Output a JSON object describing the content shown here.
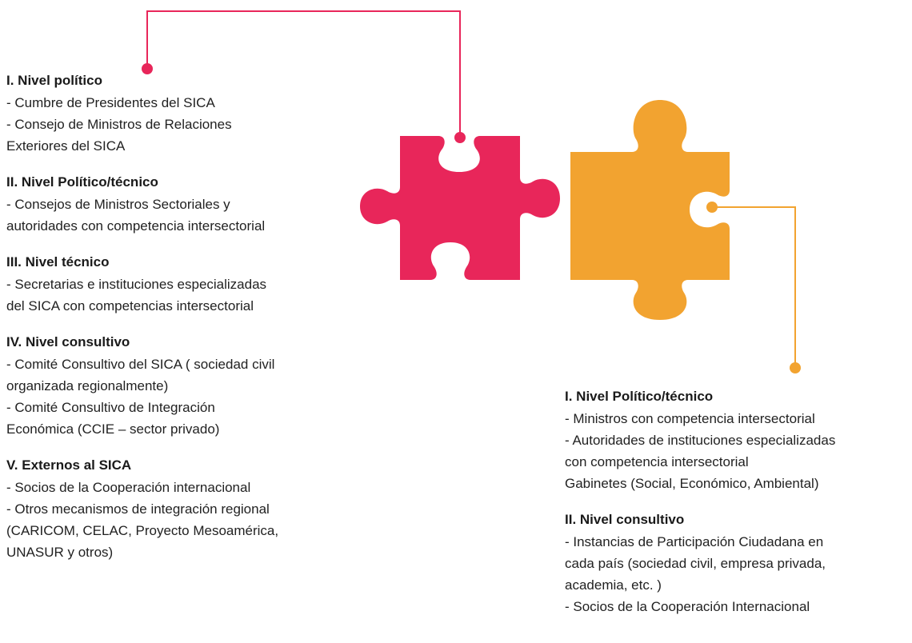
{
  "left_levels": [
    {
      "heading": "I. Nivel político",
      "items": [
        "- Cumbre de Presidentes del SICA",
        "- Consejo de Ministros de Relaciones",
        "Exteriores del SICA"
      ]
    },
    {
      "heading": "II. Nivel Político/técnico",
      "items": [
        "- Consejos de Ministros Sectoriales y",
        "autoridades con competencia intersectorial"
      ]
    },
    {
      "heading": "III. Nivel técnico",
      "items": [
        "- Secretarias e instituciones especializadas",
        "del SICA con competencias intersectorial"
      ]
    },
    {
      "heading": "IV. Nivel consultivo",
      "items": [
        "- Comité Consultivo del SICA ( sociedad civil",
        "organizada regionalmente)",
        "- Comité Consultivo de Integración",
        "Económica (CCIE – sector privado)"
      ]
    },
    {
      "heading": "V. Externos al SICA",
      "items": [
        "- Socios de la Cooperación internacional",
        "- Otros mecanismos de integración regional",
        "(CARICOM, CELAC, Proyecto Mesoamérica,",
        "UNASUR y otros)"
      ]
    }
  ],
  "right_levels": [
    {
      "heading": "I. Nivel Político/técnico",
      "items": [
        "- Ministros con competencia intersectorial",
        "- Autoridades de instituciones especializadas",
        "con competencia intersectorial",
        "Gabinetes (Social, Económico, Ambiental)"
      ]
    },
    {
      "heading": "II. Nivel consultivo",
      "items": [
        "- Instancias de Participación Ciudadana en",
        "cada país (sociedad civil, empresa privada,",
        "academia, etc. )",
        "- Socios de la Cooperación Internacional"
      ]
    }
  ],
  "colors": {
    "left_piece": "#E8265A",
    "right_piece": "#F2A330",
    "left_connector": "#E8265A",
    "right_connector": "#F2A330"
  }
}
